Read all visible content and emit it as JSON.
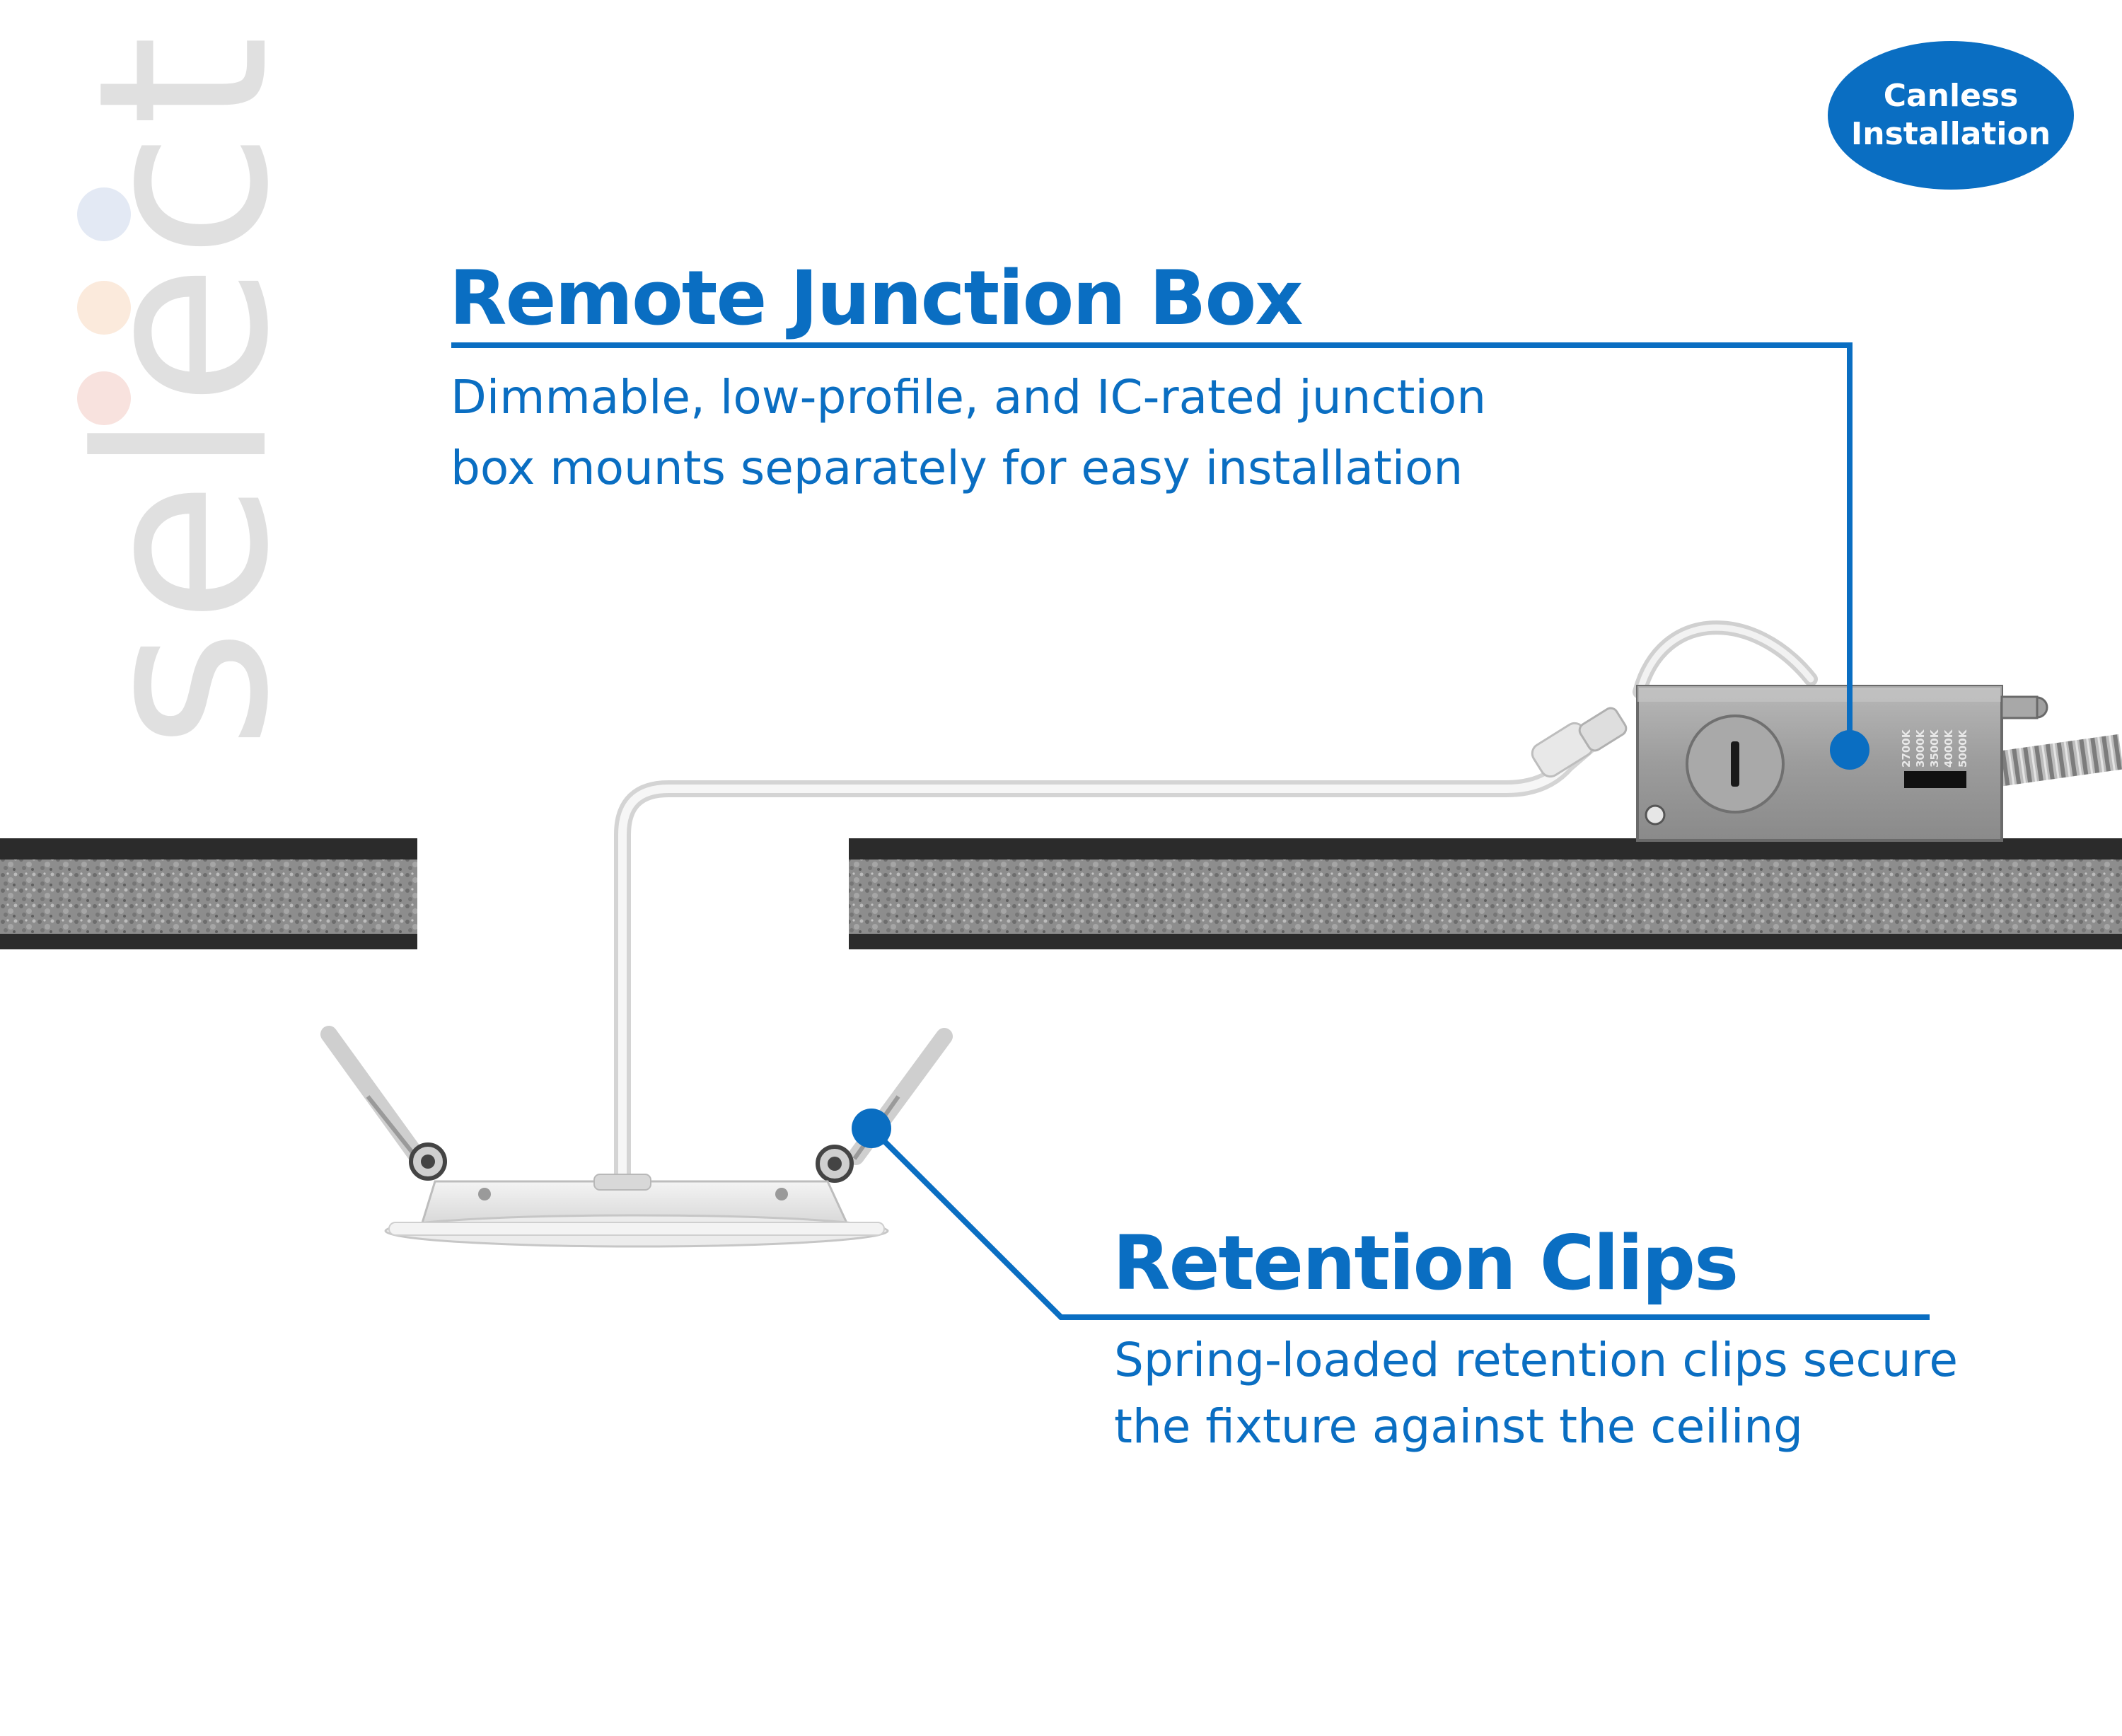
{
  "brand": {
    "wordmark": "select"
  },
  "badge": {
    "line1": "Canless",
    "line2": "Installation"
  },
  "junction_box": {
    "title": "Remote Junction Box",
    "description_line1": "Dimmable, low-profile, and IC-rated junction",
    "description_line2": "box mounts separately for easy installation"
  },
  "retention_clips": {
    "title": "Retention Clips",
    "description_line1": "Spring-loaded retention clips secure",
    "description_line2": "the fixture against the ceiling"
  },
  "cct_labels": [
    "2700K",
    "3000K",
    "3500K",
    "4000K",
    "5000K"
  ],
  "colors": {
    "accent": "#0a6ec2",
    "wordmark": "#e0e0e0",
    "dot_blue": "#e3e9f4",
    "dot_peach": "#fbeadc",
    "dot_pink": "#f8e2de",
    "ceiling_edge": "#2b2b2b",
    "ceiling_fill": "#8a8a8a",
    "box_metal": "#9a9a9a",
    "fixture": "#e9e9e9"
  }
}
